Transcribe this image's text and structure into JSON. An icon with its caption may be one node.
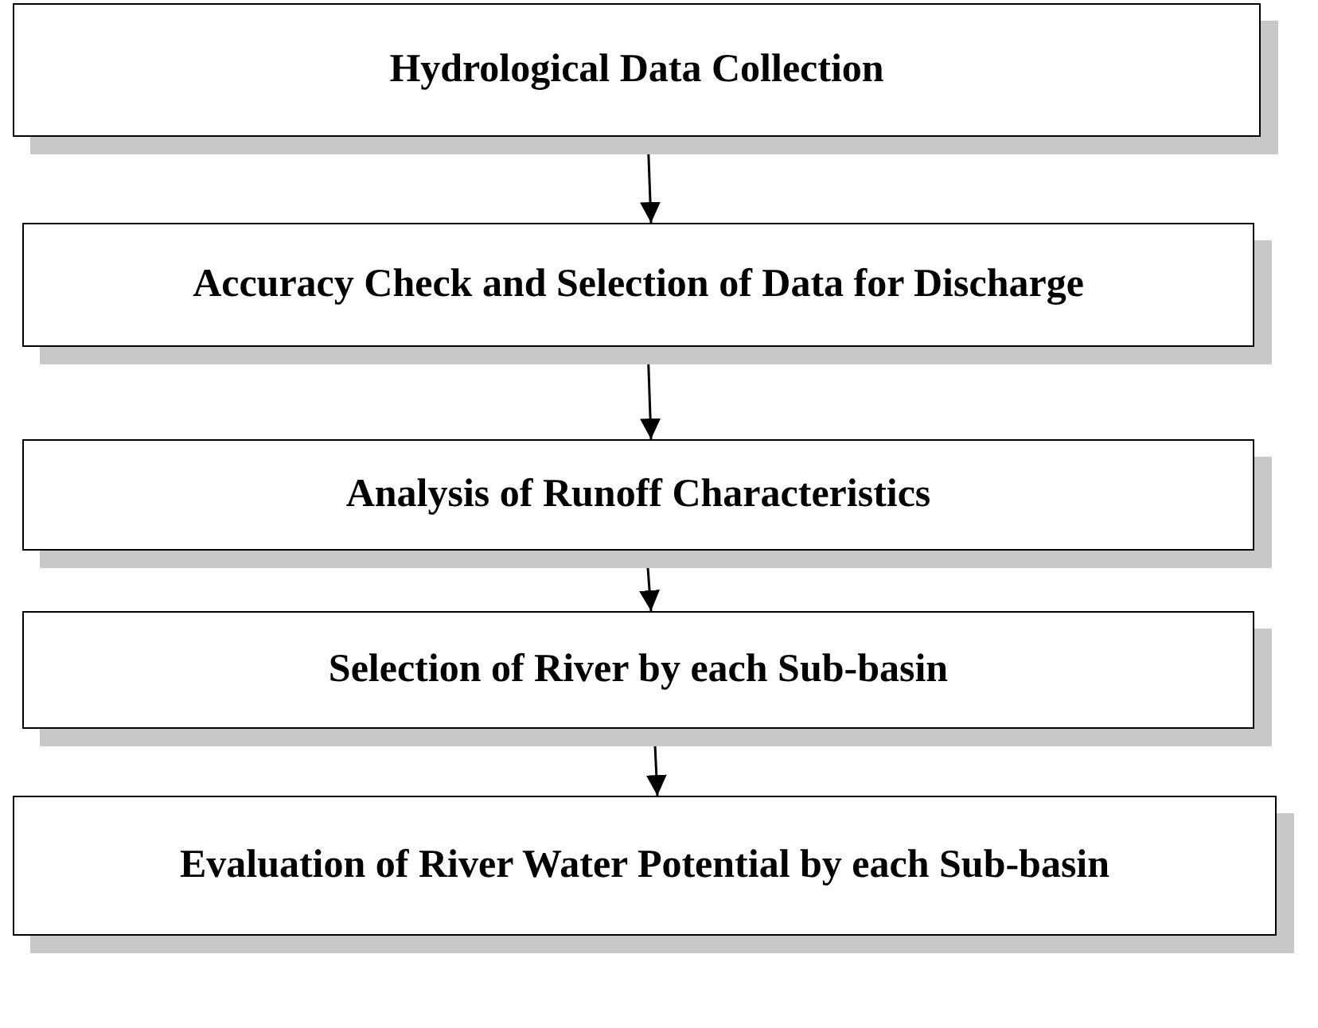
{
  "diagram": {
    "nodes": [
      {
        "text": [
          "Hydrological Data Collection"
        ]
      },
      {
        "text": [
          "Accuracy Check and Selection of Data for Discharge"
        ]
      },
      {
        "text": [
          "Analysis of Runoff Characteristics"
        ]
      },
      {
        "text": [
          "Selection of River by each Sub-basin"
        ]
      },
      {
        "text": [
          "Evaluation of River Water Potential by each Sub-basin"
        ]
      }
    ],
    "edges": [
      {
        "from": 0,
        "to": 1,
        "arrow": "to"
      },
      {
        "from": 1,
        "to": 2,
        "arrow": "to"
      },
      {
        "from": 2,
        "to": 3,
        "arrow": "to"
      },
      {
        "from": 3,
        "to": 4,
        "arrow": "to"
      }
    ]
  }
}
